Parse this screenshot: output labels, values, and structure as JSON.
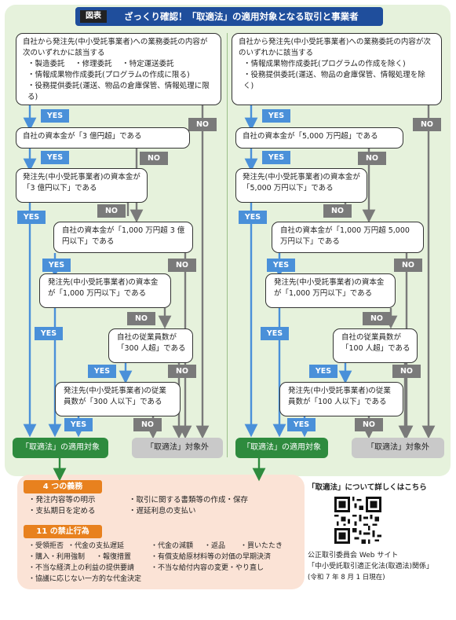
{
  "header": {
    "tag": "図表",
    "title": "ざっくり確認！「取適法」の適用対象となる取引と事業者"
  },
  "left": {
    "top_box": {
      "lead": "自社から発注先(中小受託事業者)への業務委託の内容が次のいずれかに該当する",
      "row1": [
        "製造委託",
        "修理委託",
        "特定運送委託"
      ],
      "item2": "情報成果物作成委託(プログラムの作成に限る)",
      "item3": "役務提供委託(運送、物品の倉庫保管、情報処理に限る)"
    },
    "q1": "自社の資本金が「3 億円超」である",
    "q2": "発注先(中小受託事業者)の資本金が「3 億円以下」である",
    "q3": "自社の資本金が「1,000 万円超 3 億円以下」である",
    "q4": "発注先(中小受託事業者)の資本金が「1,000 万円以下」である",
    "q5": "自社の従業員数が「300 人超」である",
    "q6": "発注先(中小受託事業者)の従業員数が「300 人以下」である"
  },
  "right": {
    "top_box": {
      "lead": "自社から発注先(中小受託事業者)への業務委託の内容が次のいずれかに該当する",
      "item1": "情報成果物作成委託(プログラムの作成を除く)",
      "item2": "役務提供委託(運送、物品の倉庫保管、情報処理を除く)"
    },
    "q1": "自社の資本金が「5,000 万円超」である",
    "q2": "発注先(中小受託事業者)の資本金が「5,000 万円以下」である",
    "q3": "自社の資本金が「1,000 万円超 5,000 万円以下」である",
    "q4": "発注先(中小受託事業者)の資本金が「1,000 万円以下」である",
    "q5": "自社の従業員数が「100 人超」である",
    "q6": "発注先(中小受託事業者)の従業員数が「100 人以下」である"
  },
  "labels": {
    "yes": "YES",
    "no": "NO"
  },
  "results": {
    "applicable": "「取適法」の適用対象",
    "not_applicable": "「取適法」対象外"
  },
  "obligations": {
    "heading": "4 つの義務",
    "items": [
      "発注内容等の明示",
      "取引に関する書類等の作成・保存",
      "支払期日を定める",
      "遅延利息の支払い"
    ]
  },
  "prohibitions": {
    "heading": "11 の禁止行為",
    "items": [
      "受領拒否",
      "代金の支払遅延",
      "代金の減額",
      "返品",
      "買いたたき",
      "購入・利用強制",
      "報復措置",
      "有償支給原材料等の対価の早期決済",
      "不当な経済上の利益の提供要請",
      "不当な給付内容の変更・やり直し",
      "協議に応じない一方的な代金決定"
    ]
  },
  "info": {
    "heading": "「取適法」について詳しくはこちら",
    "site": "公正取引委員会 Web サイト",
    "page": "「中小受託取引適正化法(取適法)関係」",
    "date": "(令和 7 年 8 月 1 日現在)"
  },
  "colors": {
    "panel": "#e6f2dc",
    "yes": "#4a90d9",
    "no": "#7a7a7a",
    "green": "#2e8b3e",
    "orange": "#e8811e",
    "navy": "#1f4e9c",
    "peach": "#fbe3d6"
  }
}
